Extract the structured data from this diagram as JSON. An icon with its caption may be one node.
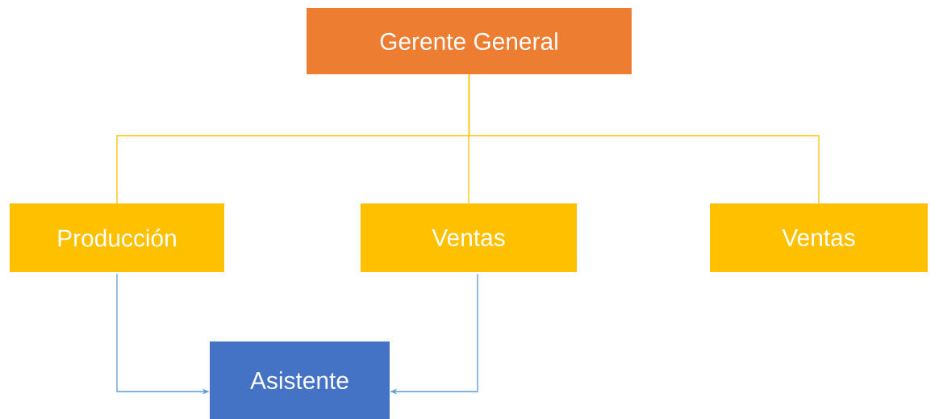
{
  "diagram": {
    "nodes": [
      {
        "text": [
          "Gerente General"
        ]
      },
      {
        "text": [
          "Producción"
        ]
      },
      {
        "text": [
          "Ventas"
        ]
      },
      {
        "text": [
          "Ventas"
        ]
      },
      {
        "text": [
          "Asistente"
        ]
      }
    ],
    "edges": [
      {
        "from": 0,
        "to": 1,
        "arrow": "none"
      },
      {
        "from": 0,
        "to": 2,
        "arrow": "none"
      },
      {
        "from": 0,
        "to": 3,
        "arrow": "none"
      },
      {
        "from": 1,
        "to": 4,
        "arrow": "to",
        "color": "#5b9bd5"
      },
      {
        "from": 2,
        "to": 4,
        "arrow": "to",
        "color": "#5b9bd5"
      }
    ]
  }
}
